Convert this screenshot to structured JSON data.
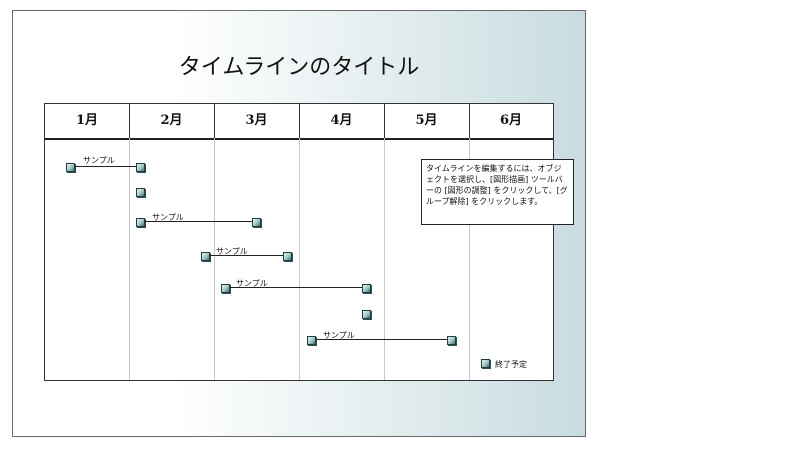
{
  "slide": {
    "title": "タイムラインのタイトル"
  },
  "timeline": {
    "months": [
      "1月",
      "2月",
      "3月",
      "4月",
      "5月",
      "6月"
    ],
    "bars": [
      {
        "label": "サンプル"
      },
      {
        "label": "サンプル"
      },
      {
        "label": "サンプル"
      },
      {
        "label": "サンプル"
      },
      {
        "label": "サンプル"
      }
    ],
    "note": "タイムラインを編集するには、オブジェクトを選択し、[図形描画] ツールバーの [図形の調整] をクリックして、[グループ解除] をクリックします。",
    "legend": {
      "label": "終了予定"
    }
  },
  "colors": {
    "cube_face": "#9fc5c5",
    "cube_dark": "#3f6f70",
    "slide_gradient_end": "#c8dcdf"
  }
}
